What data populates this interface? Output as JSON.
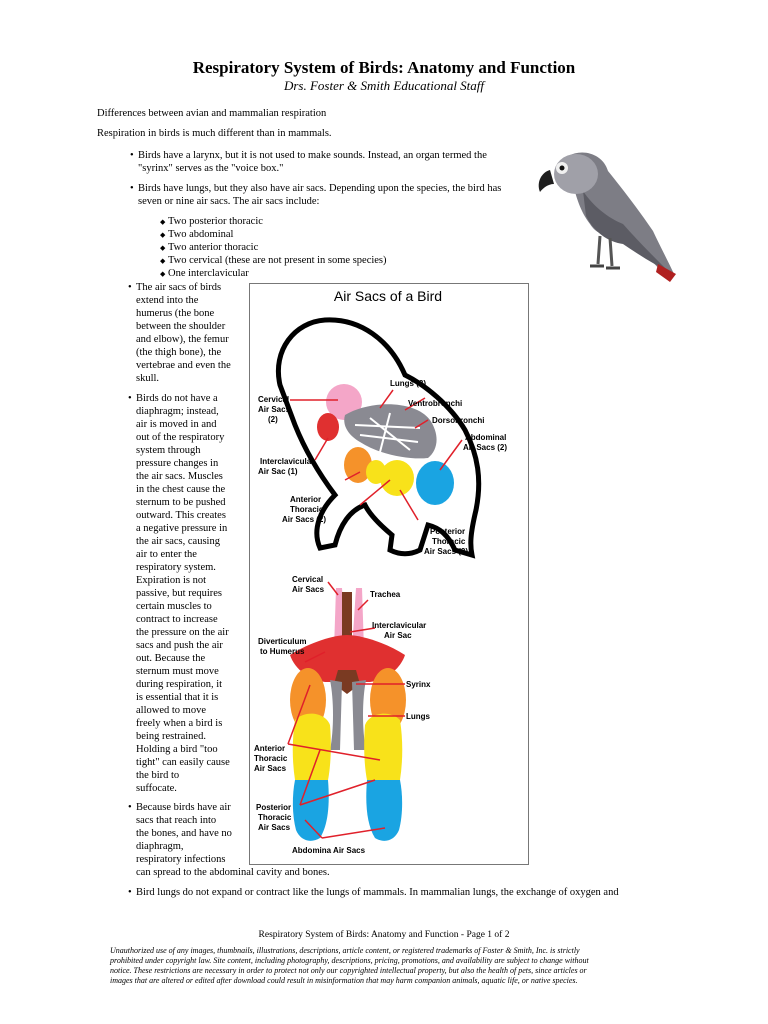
{
  "title": "Respiratory System of Birds: Anatomy and Function",
  "subtitle": "Drs. Foster & Smith Educational Staff",
  "section_heading": "Differences between avian and mammalian respiration",
  "intro": "Respiration in birds is much different than in mammals.",
  "bullets": {
    "larynx_1": "Birds have a larynx, but it is not used to make sounds. Instead, an organ termed the",
    "larynx_2": "\"syrinx\" serves as the \"voice box.\"",
    "lungs_1": "Birds have lungs, but they also have air sacs. Depending upon the species, the bird has",
    "lungs_2": "seven or nine air sacs. The air sacs include:",
    "sacs": [
      "Two posterior thoracic",
      "Two abdominal",
      "Two anterior thoracic",
      "Two cervical (these are not present in some species)",
      "One interclavicular"
    ],
    "extend": [
      "The air sacs of birds",
      "extend into the",
      "humerus (the bone",
      "between the shoulder",
      "and elbow), the femur",
      "(the thigh bone), the",
      "vertebrae and even the",
      "skull."
    ],
    "diaphragm": [
      "Birds do not have a",
      "diaphragm; instead,",
      "air is moved in and",
      "out of the respiratory",
      "system through",
      "pressure changes in",
      "the air sacs. Muscles",
      "in the chest cause the",
      "sternum to be pushed",
      "outward. This creates",
      "a negative pressure in",
      "the air sacs, causing",
      "air to enter the",
      "respiratory system.",
      "Expiration is not",
      "passive, but requires",
      "certain muscles to",
      "contract to increase",
      "the pressure on the air",
      "sacs and push the air",
      "out. Because the",
      "sternum must move",
      "during respiration, it",
      "is essential that it is",
      "allowed to move",
      "freely when a bird is",
      "being restrained.",
      "Holding a bird \"too",
      "tight\" can easily cause",
      "the bird to",
      "suffocate."
    ],
    "infection": [
      "Because birds have air",
      "sacs that reach into",
      "the bones, and have no",
      "diaphragm,",
      "respiratory infections"
    ],
    "infection_last": "can spread to the abdominal cavity and bones.",
    "last": "Bird lungs do not expand or contract like the lungs of mammals. In mammalian lungs, the exchange of oxygen and"
  },
  "figure": {
    "title": "Air Sacs of a Bird",
    "side_labels": {
      "cervical_1": "Cervical",
      "cervical_2": "Air Sacs",
      "cervical_3": "(2)",
      "lungs": "Lungs (2)",
      "ventro": "Ventrobronchi",
      "dorso": "Dorsobronchi",
      "abdominal_1": "Abdominal",
      "abdominal_2": "Air Sacs (2)",
      "intercl_1": "Interclavicular",
      "intercl_2": "Air Sac (1)",
      "anterior_1": "Anterior",
      "anterior_2": "Thoracic",
      "anterior_3": "Air Sacs (2)",
      "posterior_1": "Posterior",
      "posterior_2": "Thoracic",
      "posterior_3": "Air Sacs (2)"
    },
    "front_labels": {
      "cervical_1": "Cervical",
      "cervical_2": "Air Sacs",
      "trachea": "Trachea",
      "intercl_1": "Interclavicular",
      "intercl_2": "Air Sac",
      "divert_1": "Diverticulum",
      "divert_2": "to Humerus",
      "syrinx": "Syrinx",
      "lungs": "Lungs",
      "anterior_1": "Anterior",
      "anterior_2": "Thoracic",
      "anterior_3": "Air Sacs",
      "posterior_1": "Posterior",
      "posterior_2": "Thoracic",
      "posterior_3": "Air Sacs",
      "abdominal": "Abdomina Air Sacs"
    }
  },
  "footer": "Respiratory System of Birds: Anatomy and Function - Page 1 of 2",
  "copyright": [
    "Unauthorized use of any images, thumbnails, illustrations, descriptions, article content, or registered trademarks of Foster & Smith, Inc. is strictly",
    "prohibited under copyright law. Site content, including photography, descriptions, pricing, promotions, and availability are subject to change without",
    "notice. These restrictions are necessary in order to protect not only our copyrighted intellectual property, but also the health of pets, since articles or",
    "images that are altered or edited after download could result in misinformation that may harm companion animals, aquatic life, or native species."
  ],
  "colors": {
    "pink": "#f4a6c8",
    "red": "#e03030",
    "orange": "#f5922a",
    "yellow": "#f8e21a",
    "blue": "#1aa4e2",
    "gray": "#8a8a92",
    "brown": "#7a3a22",
    "label_line": "#e0202a"
  }
}
